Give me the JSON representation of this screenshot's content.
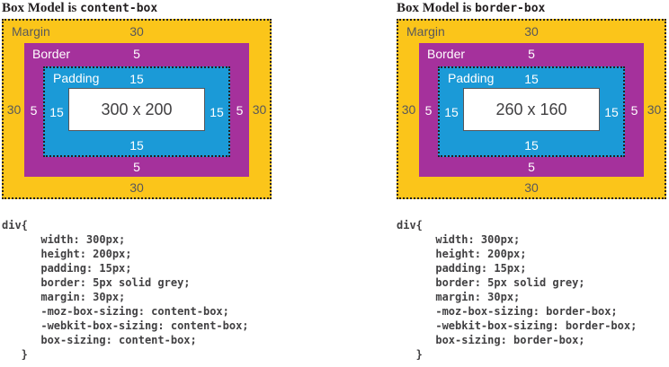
{
  "panels": [
    {
      "title": {
        "prefix": "Box Model is ",
        "code": "content-box"
      },
      "labels": {
        "margin": "Margin",
        "border": "Border",
        "padding": "Padding"
      },
      "values": {
        "margin": "30",
        "border": "5",
        "padding": "15"
      },
      "content": "300 x 200",
      "code": "div{\n      width: 300px;\n      height: 200px;\n      padding: 15px;\n      border: 5px solid grey;\n      margin: 30px;\n      -moz-box-sizing: content-box;\n      -webkit-box-sizing: content-box;\n      box-sizing: content-box;\n   }"
    },
    {
      "title": {
        "prefix": "Box Model is ",
        "code": "border-box"
      },
      "labels": {
        "margin": "Margin",
        "border": "Border",
        "padding": "Padding"
      },
      "values": {
        "margin": "30",
        "border": "5",
        "padding": "15"
      },
      "content": "260 x 160",
      "code": "div{\n      width: 300px;\n      height: 200px;\n      padding: 15px;\n      border: 5px solid grey;\n      margin: 30px;\n      -moz-box-sizing: border-box;\n      -webkit-box-sizing: border-box;\n      box-sizing: border-box;\n   }"
    }
  ],
  "colors": {
    "margin": "#FBC51A",
    "border": "#A5319C",
    "padding": "#1B9AD7",
    "content_bg": "#FFFFFF",
    "content_border": "#55565A",
    "dark_text": "#58585B",
    "white_text": "#FFFFFF",
    "code_text": "#414042",
    "outline": "#231F20",
    "title_text": "#231F20"
  }
}
